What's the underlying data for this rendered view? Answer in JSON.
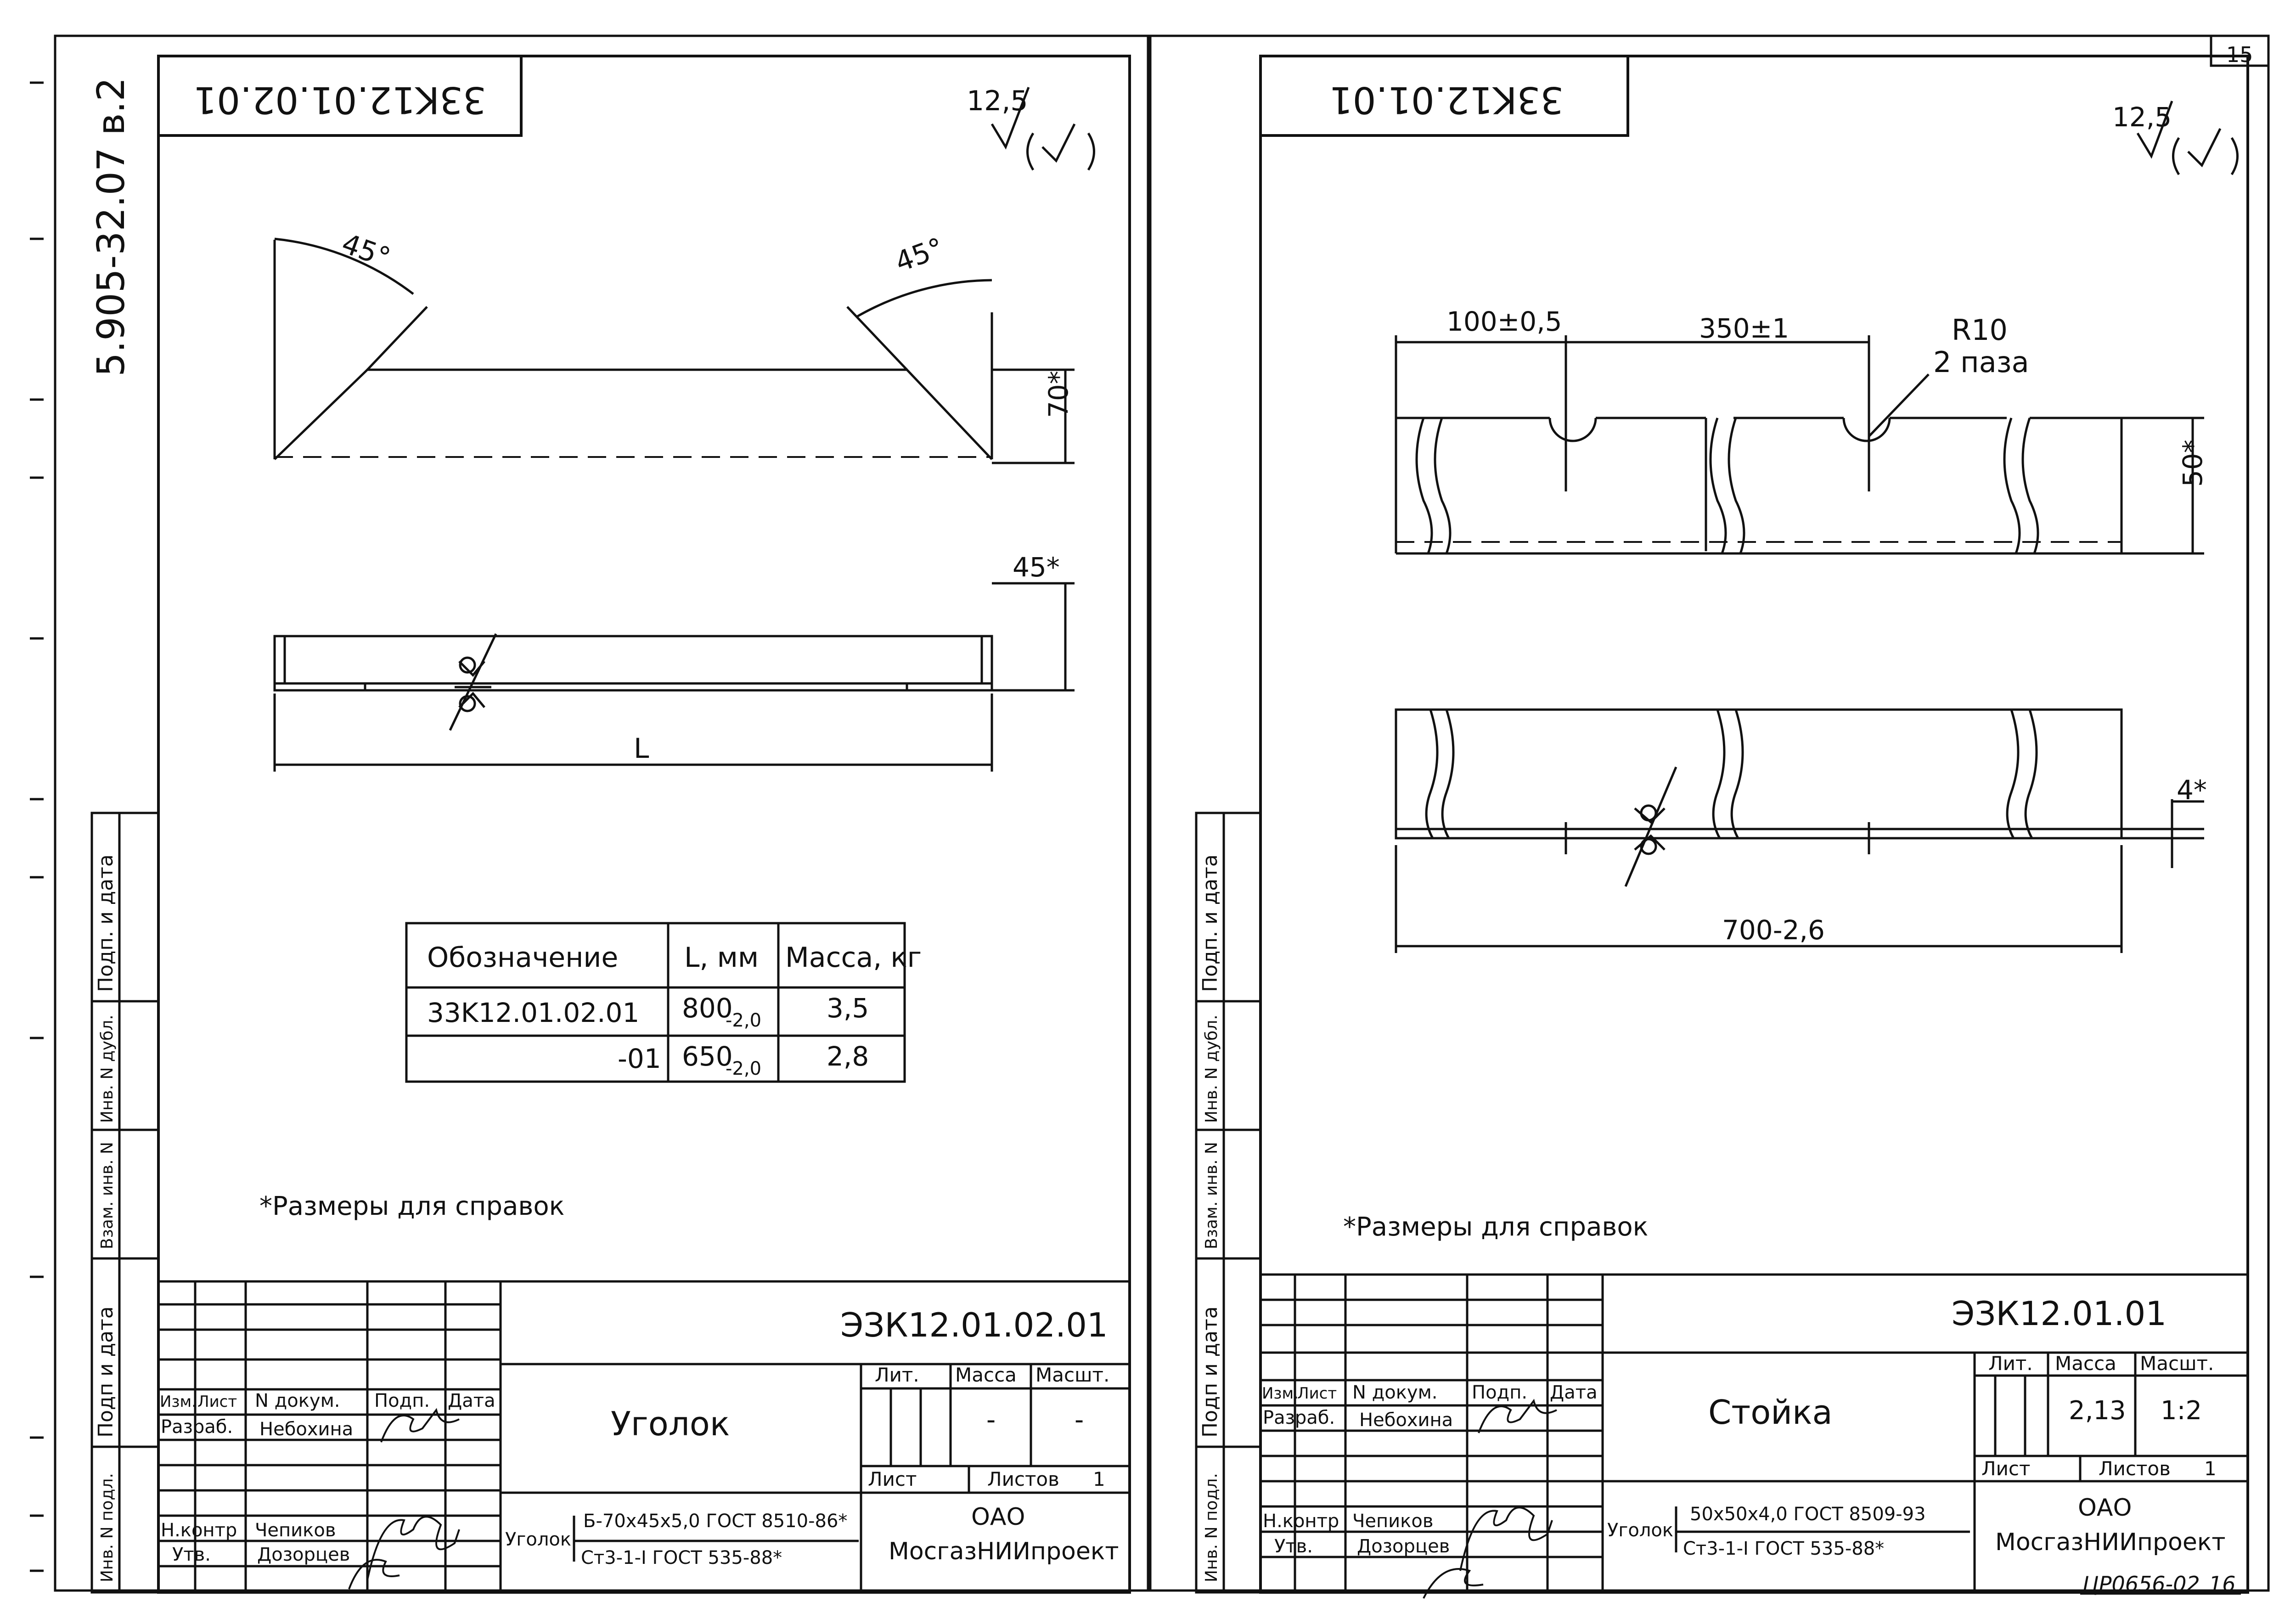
{
  "left_sheet": {
    "stamp_code": "33K12.01.02.01",
    "roughness": "12,5",
    "dims": {
      "angle_left": "45°",
      "angle_right": "45°",
      "height": "70*",
      "width": "45*",
      "length": "L"
    },
    "table": {
      "headers": [
        "Обозначение",
        "L, мм",
        "Масса, кг"
      ],
      "rows": [
        {
          "code": "33K12.01.02.01",
          "l": "800",
          "l_tol": "-2,0",
          "mass": "3,5"
        },
        {
          "code": "-01",
          "l": "650",
          "l_tol": "-2,0",
          "mass": "2,8"
        }
      ]
    },
    "note": "*Размеры для справок",
    "title_block": {
      "code": "ЭЗК12.01.02.01",
      "name": "Уголок",
      "col_izm": "Изм.",
      "col_list": "Лист",
      "col_doc": "N докум.",
      "col_sign": "Подп.",
      "col_date": "Дата",
      "role_dev": "Разраб.",
      "dev_name": "Небохина",
      "role_check": "Н.контр",
      "check_name": "Чепиков",
      "role_appr": "Утв.",
      "appr_name": "Дозорцев",
      "lit": "Лит.",
      "mass_label": "Масса",
      "scale_label": "Масшт.",
      "mass": "-",
      "scale": "-",
      "sheet": "Лист",
      "sheets": "Листов",
      "sheets_count": "1",
      "material_label": "Уголок",
      "material_top": "Б-70x45x5,0 ГОСТ 8510-86*",
      "material_bottom": "Ст3-1-I ГОСТ 535-88*",
      "org_1": "ОАО",
      "org_2": "МосгазНИИпроект"
    }
  },
  "right_sheet": {
    "stamp_code": "33K12.01.01",
    "roughness": "12,5",
    "page_no": "15",
    "dims": {
      "d1": "100±0,5",
      "d2": "350±1",
      "radius": "R10",
      "slots": "2 паза",
      "height": "50*",
      "thickness": "4*",
      "length": "700-2,6"
    },
    "note": "*Размеры для справок",
    "title_block": {
      "code": "ЭЗК12.01.01",
      "name": "Стойка",
      "col_izm": "Изм.",
      "col_list": "Лист",
      "col_doc": "N докум.",
      "col_sign": "Подп.",
      "col_date": "Дата",
      "role_dev": "Разраб.",
      "dev_name": "Небохина",
      "role_check": "Н.контр",
      "check_name": "Чепиков",
      "role_appr": "Утв.",
      "appr_name": "Дозорцев",
      "lit": "Лит.",
      "mass_label": "Масса",
      "scale_label": "Масшт.",
      "mass": "2,13",
      "scale": "1:2",
      "sheet": "Лист",
      "sheets": "Листов",
      "sheets_count": "1",
      "material_label": "Уголок",
      "material_top": "50x50x4,0 ГОСТ 8509-93",
      "material_bottom": "Ст3-1-I ГОСТ 535-88*",
      "org_1": "ОАО",
      "org_2": "МосгазНИИпроект"
    },
    "archive_no": "ЦР0656-02",
    "archive_page": "16"
  },
  "side_labels": {
    "album": "5.905-32.07 в.2",
    "sign_date": "Подп. и дата",
    "dup_no": "Инв. N дубл.",
    "inv_swap": "Взам. инв. N",
    "sign_date_2": "Подп и дата",
    "orig_no": "Инв. N подл."
  }
}
